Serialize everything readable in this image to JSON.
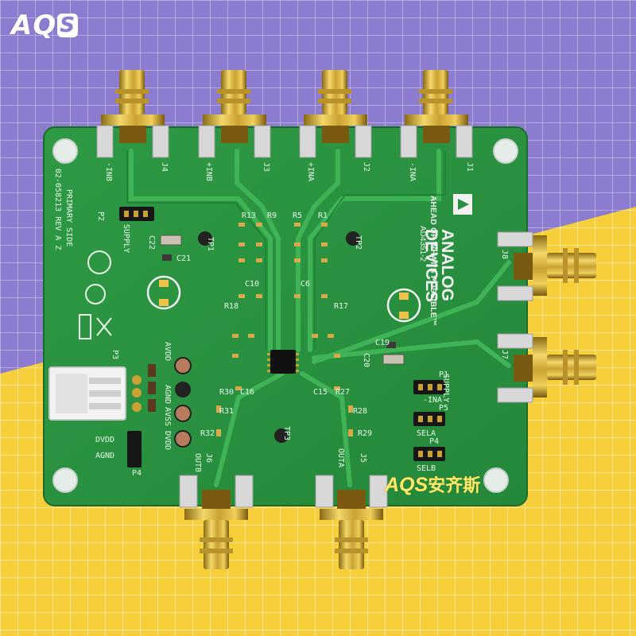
{
  "brand_logo": {
    "text": "AQ",
    "badge": "S"
  },
  "watermark": {
    "latin": "AQS",
    "cjk": "安齐斯"
  },
  "board": {
    "manufacturer_line1": "ANALOG",
    "manufacturer_line2": "DEVICES",
    "tagline": "AHEAD OF WHAT'S POSSIBLE™",
    "part_number": "AD4351-2",
    "revision": "02-058213 REV A Z",
    "side": "PRIMARY SIDE",
    "labels": {
      "j1": "J1",
      "j2": "J2",
      "j3": "J3",
      "j4": "J4",
      "j5": "J5",
      "j6": "J6",
      "j7": "J7",
      "j8": "J8",
      "in_a_neg": "-INA",
      "in_a_pos": "+INA",
      "in_b_neg": "-INB",
      "in_b_pos": "+INB",
      "out_a": "OUTA",
      "out_b": "OUTB",
      "supply": "SUPPLY",
      "avdd": "AVDD",
      "agnd": "AGND",
      "dvdd": "DVDD",
      "avss": "AVSS",
      "sela": "SELA",
      "selb": "SELB",
      "tp1": "TP1",
      "tp2": "TP2",
      "tp3": "TP3",
      "r13": "R13",
      "r9": "R9",
      "r5": "R5",
      "r1": "R1",
      "r18": "R18",
      "r17": "R17",
      "r30": "R30",
      "r27": "R27",
      "r31": "R31",
      "r28": "R28",
      "r32": "R32",
      "r29": "R29",
      "c10": "C10",
      "c6": "C6",
      "c15": "C15",
      "c16": "C16",
      "c19": "C19",
      "c20": "C20",
      "c21": "C21",
      "c22": "C22",
      "p1": "P1",
      "p2": "P2",
      "p3": "P3",
      "p4": "P4",
      "p5": "P5"
    }
  }
}
